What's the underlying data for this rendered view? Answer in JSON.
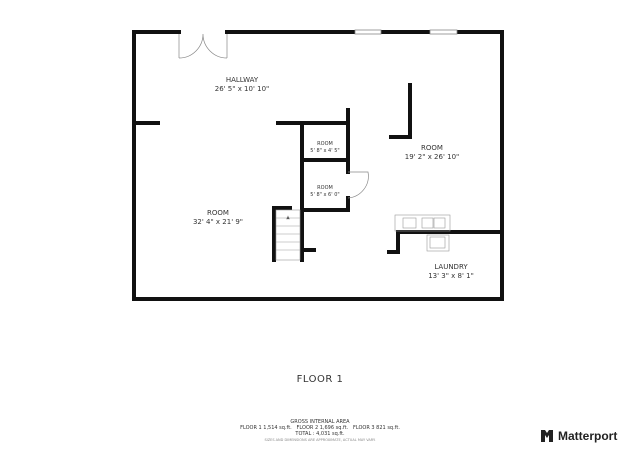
{
  "rooms": [
    {
      "name": "HALLWAY",
      "dims": "26' 5\" x 10' 10\""
    },
    {
      "name": "ROOM",
      "dims": "32' 4\" x 21' 9\""
    },
    {
      "name": "ROOM",
      "dims": "5' 8\" x 4' 5\""
    },
    {
      "name": "ROOM",
      "dims": "5' 8\" x 6' 0\""
    },
    {
      "name": "ROOM",
      "dims": "19' 2\" x 26' 10\""
    },
    {
      "name": "LAUNDRY",
      "dims": "13' 3\" x 8' 1\""
    }
  ],
  "floor_title": "FLOOR 1",
  "area": {
    "heading": "GROSS INTERNAL AREA",
    "floors": "FLOOR 1 1,514 sq.ft.   FLOOR 2 1,696 sq.ft.   FLOOR 3 821 sq.ft.",
    "total": "TOTAL :  4,031 sq.ft.",
    "note": "SIZES AND DIMENSIONS ARE APPROXIMATE, ACTUAL MAY VARY."
  },
  "brand": {
    "name": "Matterport",
    "icon": "matterport-logo-icon"
  },
  "colors": {
    "wall": "#111111",
    "fixture": "#888888",
    "text": "#333333"
  }
}
